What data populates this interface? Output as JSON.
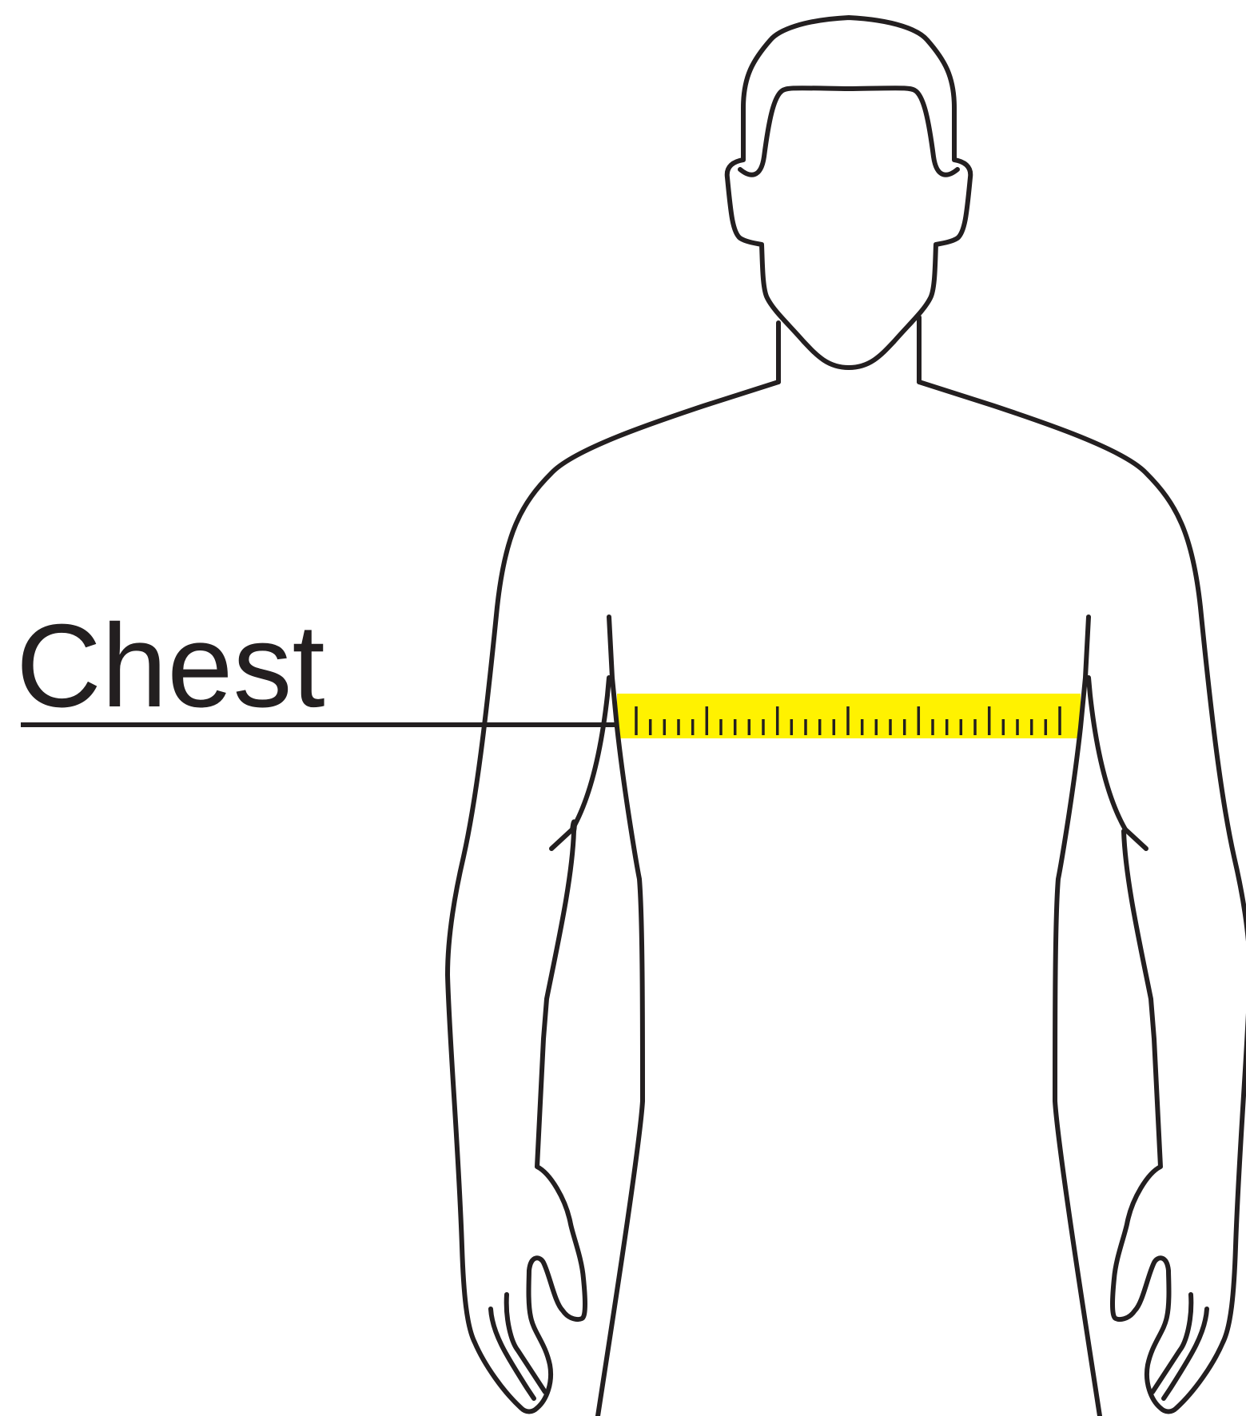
{
  "label": {
    "text": "Chest"
  },
  "colors": {
    "line": "#231f20",
    "tape": "#fff200",
    "background": "#ffffff"
  },
  "tape": {
    "tick_count": 31,
    "major_every": 5,
    "mid_every": 1
  }
}
